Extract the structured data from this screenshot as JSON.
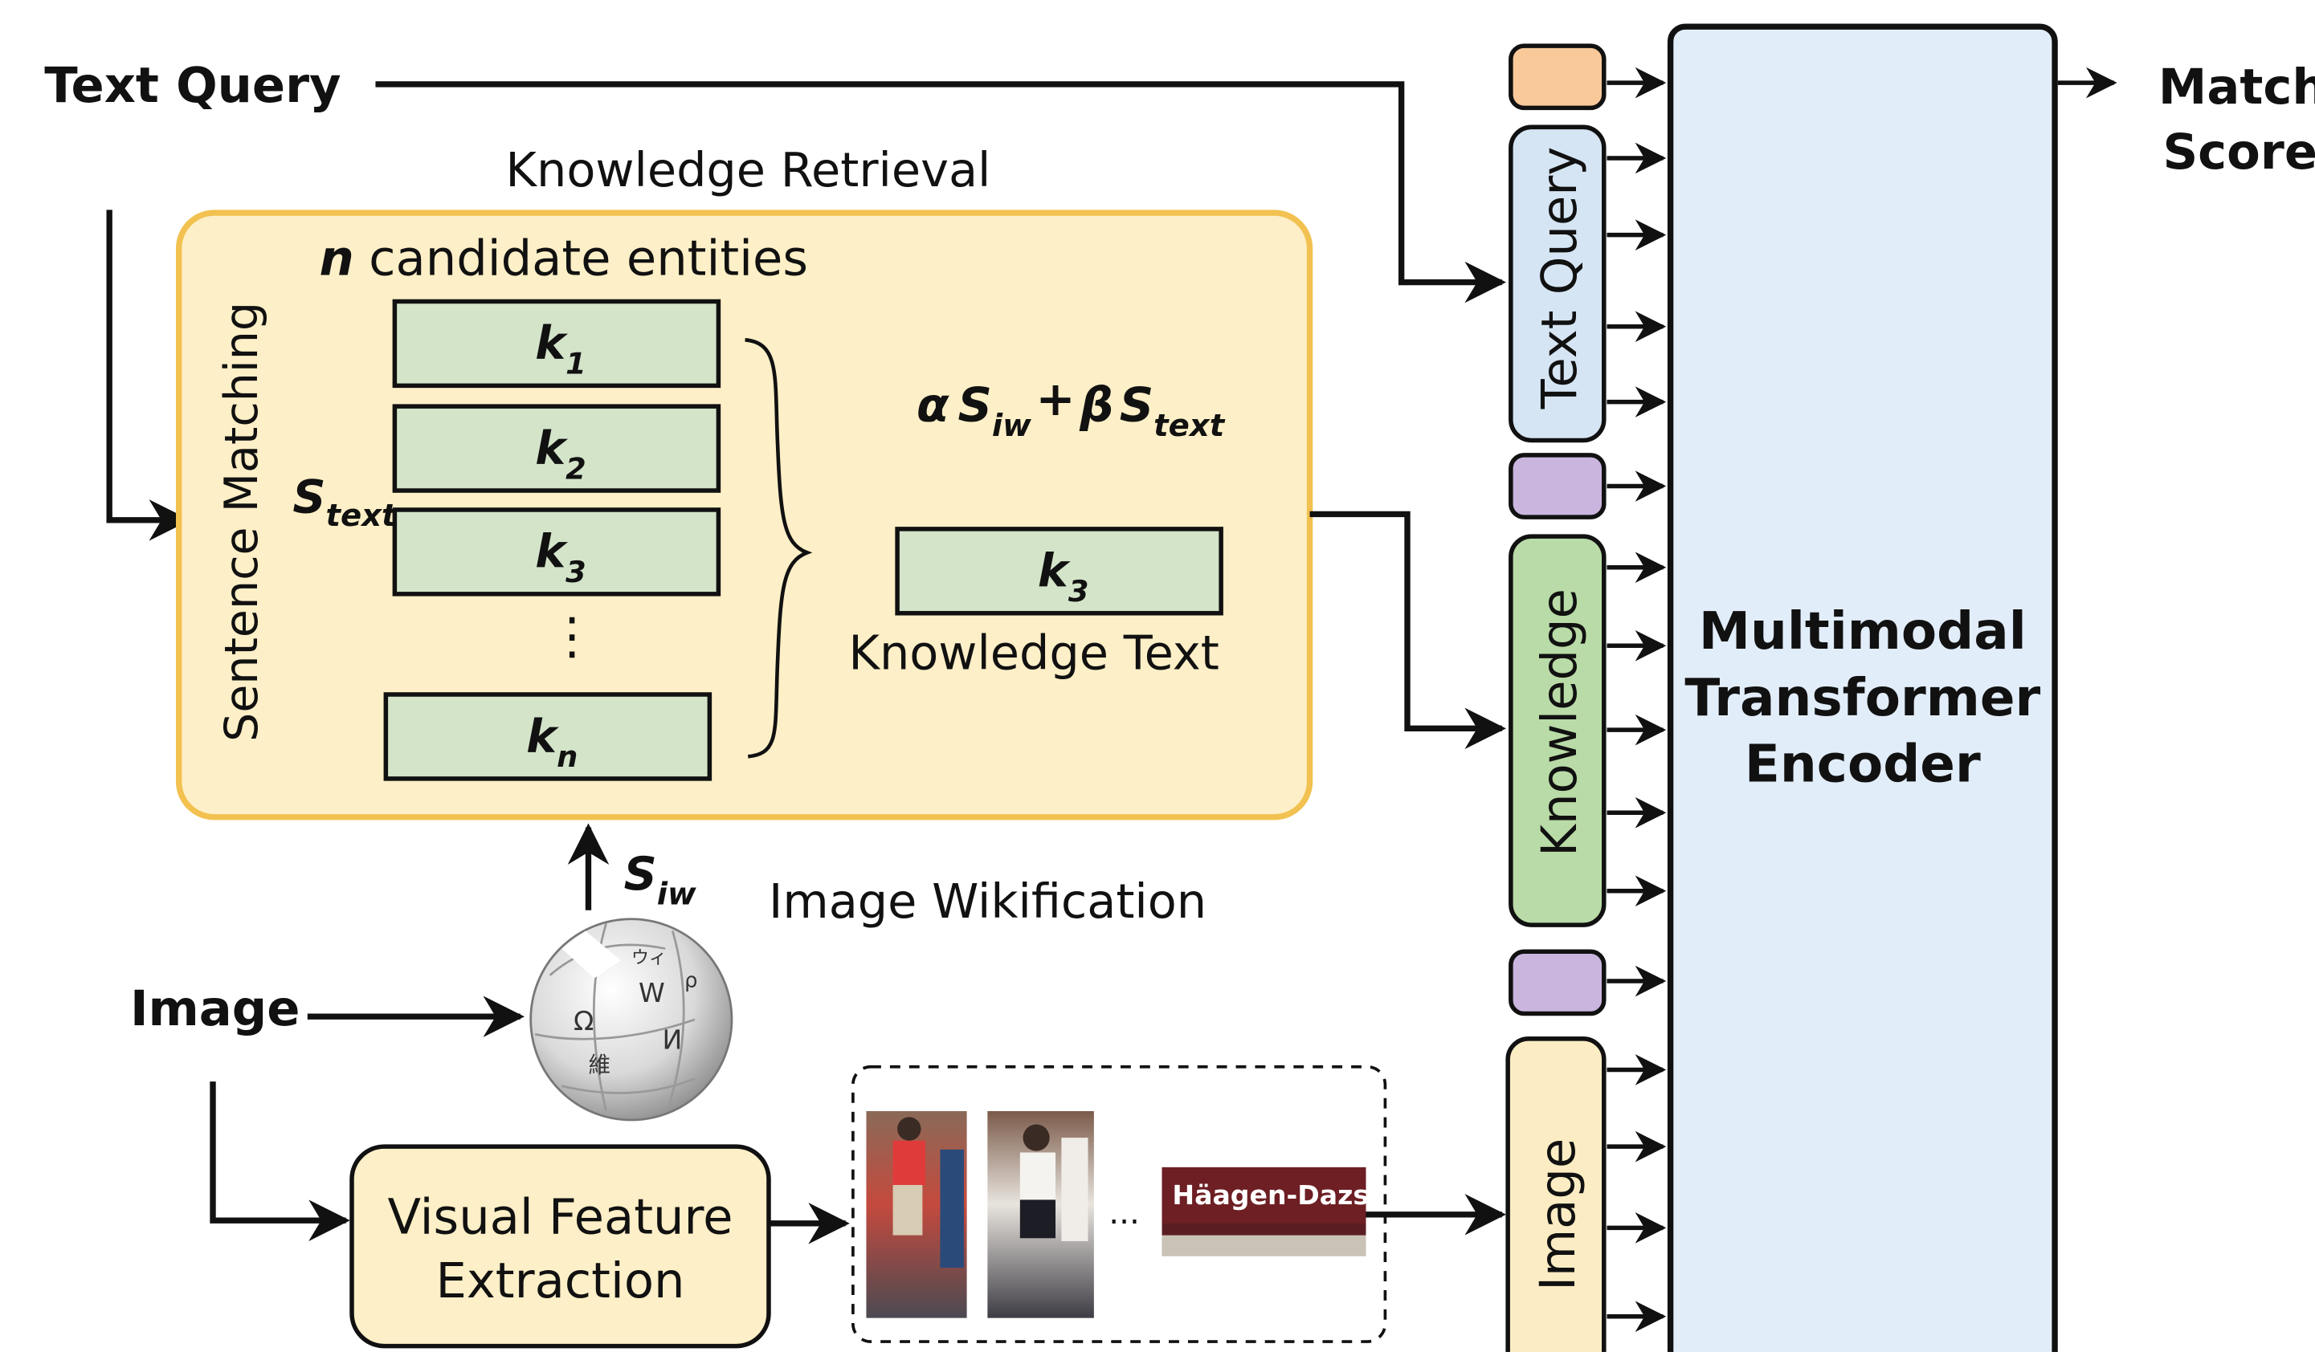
{
  "labels": {
    "text_query": "Text Query",
    "knowledge_retrieval": "Knowledge Retrieval",
    "n_italic": "n",
    "candidate_entities": "candidate entities",
    "sentence_matching": "Sentence Matching",
    "s_text_main": "S",
    "s_text_sub": "text",
    "k_main": "k",
    "k1_sub": "1",
    "k2_sub": "2",
    "k3_sub": "3",
    "kn_sub": "n",
    "vdots": "⋮",
    "alpha": "α",
    "beta": "β",
    "s_main": "S",
    "iw_sub": "iw",
    "text_sub": "text",
    "plus": "+",
    "selected_k_sub": "3",
    "knowledge_text": "Knowledge Text",
    "s_iw_main": "S",
    "s_iw_sub": "iw",
    "image_wikification": "Image Wikification",
    "image_input": "Image",
    "visual_feature_line1": "Visual Feature",
    "visual_feature_line2": "Extraction",
    "ellipsis": "...",
    "store_sign": "Häagen-Dazs",
    "seq_text_query": "Text Query",
    "seq_knowledge": "Knowledge",
    "seq_image": "Image",
    "encoder_line1": "Multimodal",
    "encoder_line2": "Transformer",
    "encoder_line3": "Encoder",
    "output_line1": "Match",
    "output_line2": "Score"
  },
  "wiki_globe_glyphs": [
    "Ω",
    "W",
    "И",
    "維",
    "ウィ",
    "ρ"
  ],
  "colors": {
    "retrieval_fill": "#fdefc7",
    "retrieval_stroke": "#f2c14f",
    "entity_fill": "#d3e4c9",
    "cls_token_fill": "#f9c99a",
    "sep_token_fill": "#c9b5de",
    "text_query_seg_fill": "#d5e5f4",
    "knowledge_seg_fill": "#b9dba7",
    "image_seg_fill": "#fbecc4",
    "encoder_fill": "#e2edfa",
    "vfe_fill": "#fdefc7"
  }
}
